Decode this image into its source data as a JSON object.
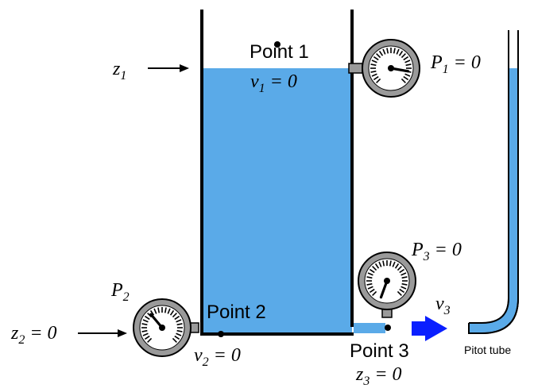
{
  "labels": {
    "point1": "Point 1",
    "point2": "Point 2",
    "point3": "Point 3",
    "pitot": "Pitot tube"
  },
  "math": {
    "z1": {
      "base": "z",
      "sub": "1",
      "rest": ""
    },
    "v1": {
      "base": "v",
      "sub": "1",
      "rest": " = 0"
    },
    "p1": {
      "base": "P",
      "sub": "1",
      "rest": " = 0"
    },
    "p2": {
      "base": "P",
      "sub": "2",
      "rest": ""
    },
    "z2": {
      "base": "z",
      "sub": "2",
      "rest": " = 0"
    },
    "v2": {
      "base": "v",
      "sub": "2",
      "rest": " = 0"
    },
    "p3": {
      "base": "P",
      "sub": "3",
      "rest": " = 0"
    },
    "v3": {
      "base": "v",
      "sub": "3",
      "rest": ""
    },
    "z3": {
      "base": "z",
      "sub": "3",
      "rest": " = 0"
    }
  },
  "gauges": {
    "p1_angle_deg": 100,
    "p2_angle_deg": -40,
    "p3_angle_deg": 200
  },
  "colors": {
    "water": "#5aaae8",
    "gauge_face": "#9a9a9a",
    "gauge_dial": "#ffffff",
    "arrow": "#0a1fff",
    "stroke": "#000000"
  }
}
